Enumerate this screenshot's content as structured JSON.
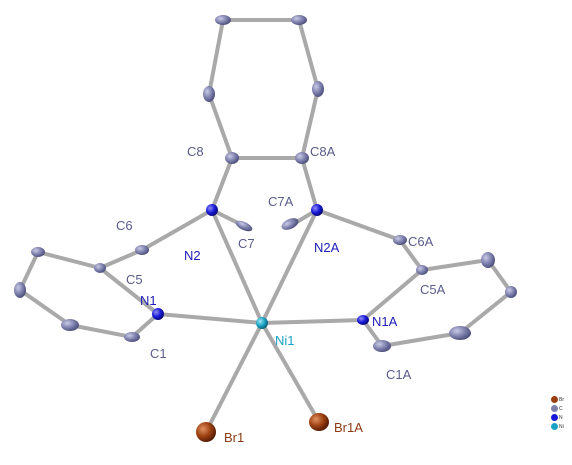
{
  "colors": {
    "bond": "#a9a9a9",
    "carbon": "#7e80ad",
    "nitrogen": "#1818d8",
    "nickel": "#1aa3c4",
    "bromine": "#9b3f10",
    "carbon_label": "#5a5c8a",
    "nitrogen_label": "#1d1db5",
    "nickel_label": "#1aa3c4",
    "bromine_label": "#8b3a14"
  },
  "atom_labels": {
    "c8": "C8",
    "c8a": "C8A",
    "c6": "C6",
    "c7a": "C7A",
    "c7": "C7",
    "n2": "N2",
    "n2a": "N2A",
    "c6a": "C6A",
    "c5": "C5",
    "c5a": "C5A",
    "n1": "N1",
    "n1a": "N1A",
    "ni1": "Ni1",
    "c1": "C1",
    "c1a": "C1A",
    "br1": "Br1",
    "br1a": "Br1A"
  },
  "legend": {
    "items": [
      {
        "label": "Br",
        "color": "#9b3f10"
      },
      {
        "label": "C",
        "color": "#7e80ad"
      },
      {
        "label": "N",
        "color": "#1818d8"
      },
      {
        "label": "Ni",
        "color": "#1aa3c4"
      }
    ]
  }
}
